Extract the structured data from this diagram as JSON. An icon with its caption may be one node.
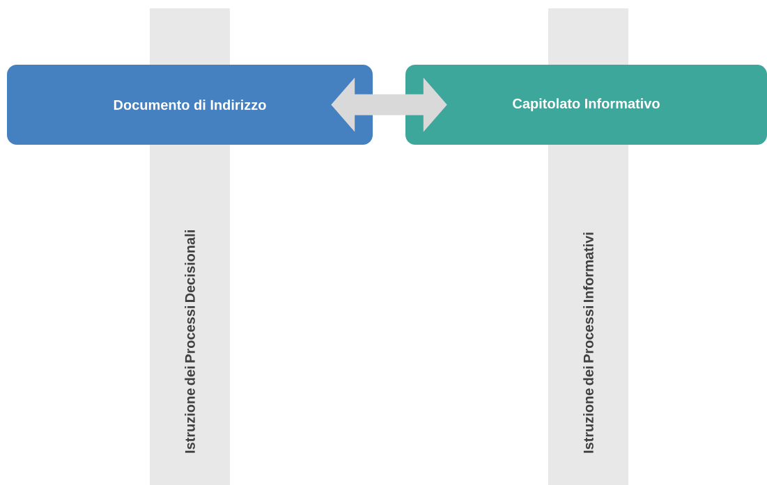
{
  "diagram": {
    "nodes": [
      {
        "text": [
          "Documento di Indirizzo"
        ]
      },
      {
        "text": [
          "Capitolato Informativo"
        ]
      },
      {
        "text": [
          "Istruzione dei Processi Decisionali"
        ]
      },
      {
        "text": [
          "Istruzione dei Processi Informativi"
        ]
      }
    ],
    "edges": [
      {
        "from": 0,
        "to": 1,
        "arrow": "both"
      }
    ]
  }
}
